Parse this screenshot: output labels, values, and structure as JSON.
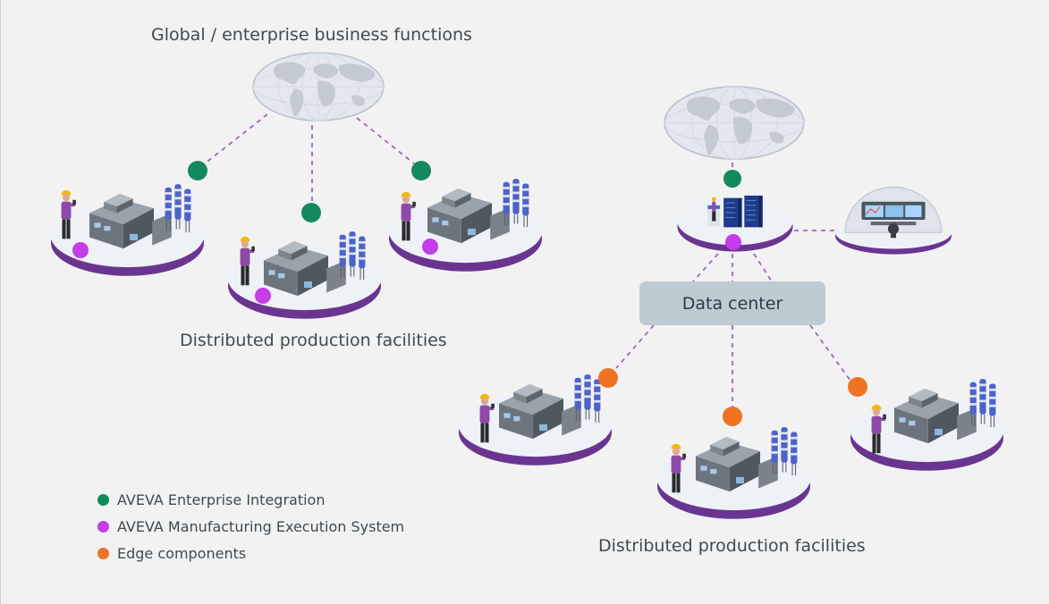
{
  "labels": {
    "global_title": "Global / enterprise business functions",
    "facilities_left": "Distributed production facilities",
    "facilities_right": "Distributed production facilities",
    "data_center": "Data center"
  },
  "legend": [
    {
      "label": "AVEVA Enterprise Integration",
      "color": "#138a5c"
    },
    {
      "label": "AVEVA Manufacturing Execution System",
      "color": "#c43de6"
    },
    {
      "label": "Edge components",
      "color": "#f07223"
    }
  ],
  "colors": {
    "connector_line": "#a165b8",
    "platform_rim": "#6a3591",
    "platform_top": "#eef1f6",
    "globe_ocean": "#e3e7ee",
    "globe_land": "#c5ccd6",
    "building": "#6c757d",
    "silo": "#4e63c9"
  },
  "icons": [
    "globe-icon",
    "factory-icon",
    "worker-icon",
    "server-rack-icon",
    "control-room-icon"
  ]
}
